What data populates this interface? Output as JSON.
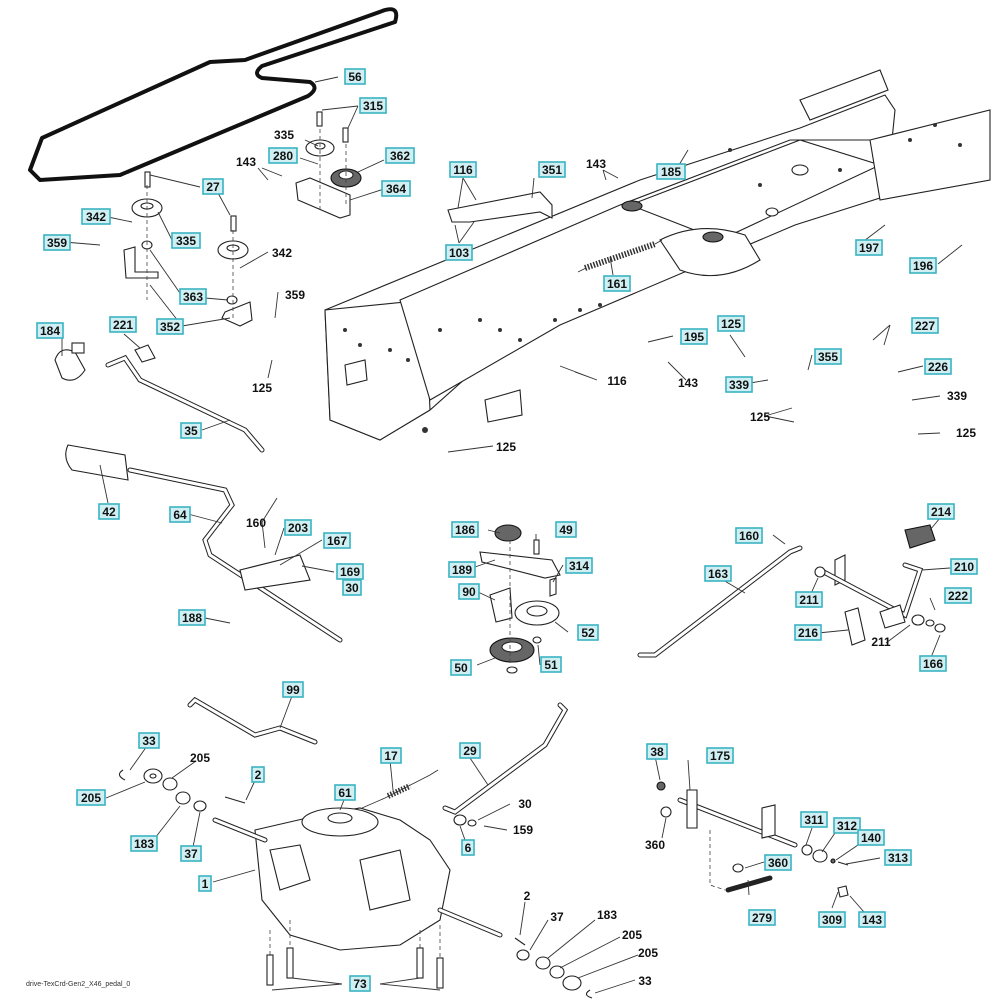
{
  "diagram": {
    "title": "Drive parts diagram",
    "footer_label": "drive-TexCrd-Gen2_X46_pedal_0",
    "accent_colors": {
      "callout_fill": "#cfeff3",
      "callout_border": "#3ab3c2",
      "line": "#222222"
    },
    "callouts": [
      {
        "id": "56",
        "boxed": true
      },
      {
        "id": "315",
        "boxed": true
      },
      {
        "id": "335",
        "boxed": false
      },
      {
        "id": "280",
        "boxed": true
      },
      {
        "id": "143",
        "boxed": false
      },
      {
        "id": "362",
        "boxed": true
      },
      {
        "id": "364",
        "boxed": true
      },
      {
        "id": "27",
        "boxed": true
      },
      {
        "id": "342",
        "boxed": true
      },
      {
        "id": "335",
        "boxed": true
      },
      {
        "id": "359",
        "boxed": true
      },
      {
        "id": "342",
        "boxed": false
      },
      {
        "id": "363",
        "boxed": true
      },
      {
        "id": "359",
        "boxed": false
      },
      {
        "id": "352",
        "boxed": true
      },
      {
        "id": "184",
        "boxed": true
      },
      {
        "id": "221",
        "boxed": true
      },
      {
        "id": "125",
        "boxed": false
      },
      {
        "id": "35",
        "boxed": true
      },
      {
        "id": "116",
        "boxed": true
      },
      {
        "id": "351",
        "boxed": true
      },
      {
        "id": "143",
        "boxed": false
      },
      {
        "id": "185",
        "boxed": true
      },
      {
        "id": "103",
        "boxed": true
      },
      {
        "id": "161",
        "boxed": true
      },
      {
        "id": "197",
        "boxed": true
      },
      {
        "id": "196",
        "boxed": true
      },
      {
        "id": "195",
        "boxed": true
      },
      {
        "id": "116",
        "boxed": false
      },
      {
        "id": "143",
        "boxed": false
      },
      {
        "id": "125",
        "boxed": true
      },
      {
        "id": "227",
        "boxed": true
      },
      {
        "id": "355",
        "boxed": true
      },
      {
        "id": "226",
        "boxed": true
      },
      {
        "id": "339",
        "boxed": true
      },
      {
        "id": "339",
        "boxed": false
      },
      {
        "id": "125",
        "boxed": false
      },
      {
        "id": "125",
        "boxed": false
      },
      {
        "id": "125",
        "boxed": false
      },
      {
        "id": "42",
        "boxed": true
      },
      {
        "id": "64",
        "boxed": true
      },
      {
        "id": "160",
        "boxed": false
      },
      {
        "id": "203",
        "boxed": true
      },
      {
        "id": "167",
        "boxed": true
      },
      {
        "id": "169",
        "boxed": true
      },
      {
        "id": "30",
        "boxed": true
      },
      {
        "id": "188",
        "boxed": true
      },
      {
        "id": "186",
        "boxed": true
      },
      {
        "id": "49",
        "boxed": true
      },
      {
        "id": "189",
        "boxed": true
      },
      {
        "id": "314",
        "boxed": true
      },
      {
        "id": "90",
        "boxed": true
      },
      {
        "id": "52",
        "boxed": true
      },
      {
        "id": "50",
        "boxed": true
      },
      {
        "id": "51",
        "boxed": true
      },
      {
        "id": "160",
        "boxed": true
      },
      {
        "id": "214",
        "boxed": true
      },
      {
        "id": "163",
        "boxed": true
      },
      {
        "id": "210",
        "boxed": true
      },
      {
        "id": "211",
        "boxed": true
      },
      {
        "id": "222",
        "boxed": true
      },
      {
        "id": "216",
        "boxed": true
      },
      {
        "id": "211",
        "boxed": false
      },
      {
        "id": "166",
        "boxed": true
      },
      {
        "id": "99",
        "boxed": true
      },
      {
        "id": "33",
        "boxed": true
      },
      {
        "id": "205",
        "boxed": false
      },
      {
        "id": "205",
        "boxed": true
      },
      {
        "id": "2",
        "boxed": true
      },
      {
        "id": "183",
        "boxed": true
      },
      {
        "id": "37",
        "boxed": true
      },
      {
        "id": "61",
        "boxed": true
      },
      {
        "id": "17",
        "boxed": true
      },
      {
        "id": "29",
        "boxed": true
      },
      {
        "id": "30",
        "boxed": false
      },
      {
        "id": "159",
        "boxed": false
      },
      {
        "id": "6",
        "boxed": true
      },
      {
        "id": "1",
        "boxed": true
      },
      {
        "id": "38",
        "boxed": true
      },
      {
        "id": "175",
        "boxed": true
      },
      {
        "id": "360",
        "boxed": false
      },
      {
        "id": "311",
        "boxed": true
      },
      {
        "id": "312",
        "boxed": true
      },
      {
        "id": "140",
        "boxed": true
      },
      {
        "id": "313",
        "boxed": true
      },
      {
        "id": "360",
        "boxed": true
      },
      {
        "id": "279",
        "boxed": true
      },
      {
        "id": "309",
        "boxed": true
      },
      {
        "id": "143",
        "boxed": true
      },
      {
        "id": "2",
        "boxed": false
      },
      {
        "id": "37",
        "boxed": false
      },
      {
        "id": "183",
        "boxed": false
      },
      {
        "id": "205",
        "boxed": false
      },
      {
        "id": "205",
        "boxed": false
      },
      {
        "id": "33",
        "boxed": false
      },
      {
        "id": "73",
        "boxed": true
      }
    ]
  }
}
